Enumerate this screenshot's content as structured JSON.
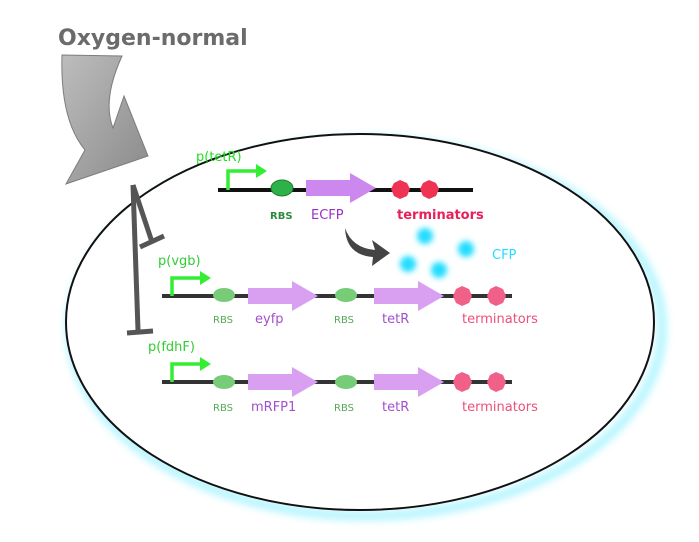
{
  "title": "Oxygen-normal",
  "colors": {
    "promoter": "#33ee33",
    "rbs": "#66bb66",
    "gene": "#cc88ee",
    "terminator": "#ee4477",
    "product": "#22ddff",
    "repression": "#555555",
    "arrow": "#999999",
    "backbone": "#333333"
  },
  "constructs": [
    {
      "promoter": "p(tetR)",
      "rbs1": "RBS",
      "gene1": "ECFP",
      "terminators": "terminators"
    },
    {
      "promoter": "p(vgb)",
      "rbs1": "RBS",
      "gene1": "eyfp",
      "rbs2": "RBS",
      "gene2": "tetR",
      "terminators": "terminators"
    },
    {
      "promoter": "p(fdhF)",
      "rbs1": "RBS",
      "gene1": "mRFP1",
      "rbs2": "RBS",
      "gene2": "tetR",
      "terminators": "terminators"
    }
  ],
  "product": "CFP"
}
